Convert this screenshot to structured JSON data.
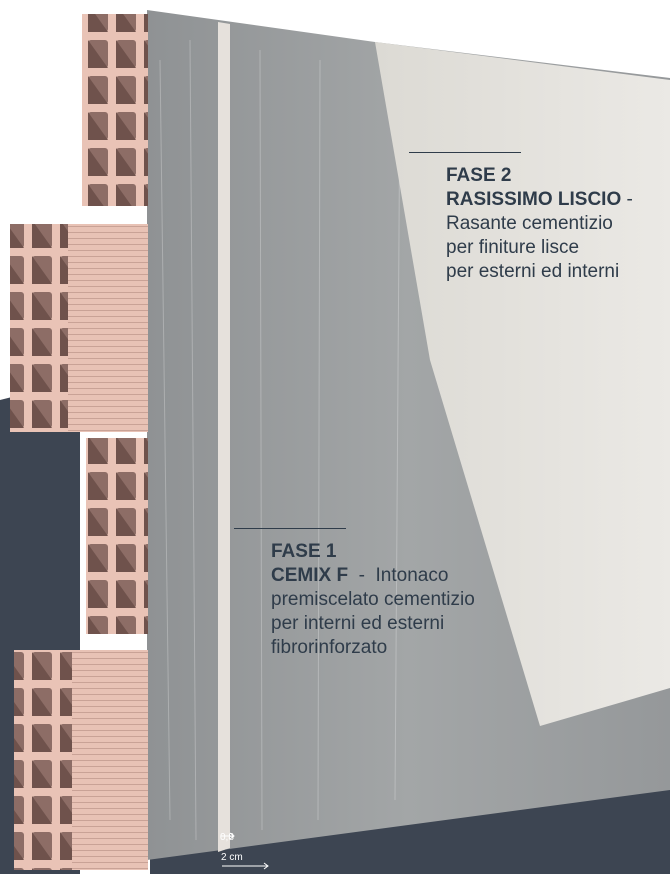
{
  "colors": {
    "background_dark": "#3d4552",
    "background_light": "#ffffff",
    "brick": "#e9c3b6",
    "brick_dark": "#b58f84",
    "render_coat": "#9b9e9f",
    "finish_coat": "#e4e2dd",
    "text": "#2f3c4a"
  },
  "phase2": {
    "phase": "FASE 2",
    "product": "RASISSIMO LISCIO",
    "separator": " -",
    "lines": [
      "Rasante cementizio",
      "per finiture lisce",
      "per esterni ed interni"
    ]
  },
  "phase1": {
    "phase": "FASE 1",
    "product": "CEMIX F",
    "separator": "  -  Intonaco",
    "lines": [
      "premiscelato cementizio",
      "per interni ed esterni",
      "fibrorinforzato"
    ]
  },
  "dimensions": {
    "small": "0,8",
    "large": "2 cm"
  }
}
